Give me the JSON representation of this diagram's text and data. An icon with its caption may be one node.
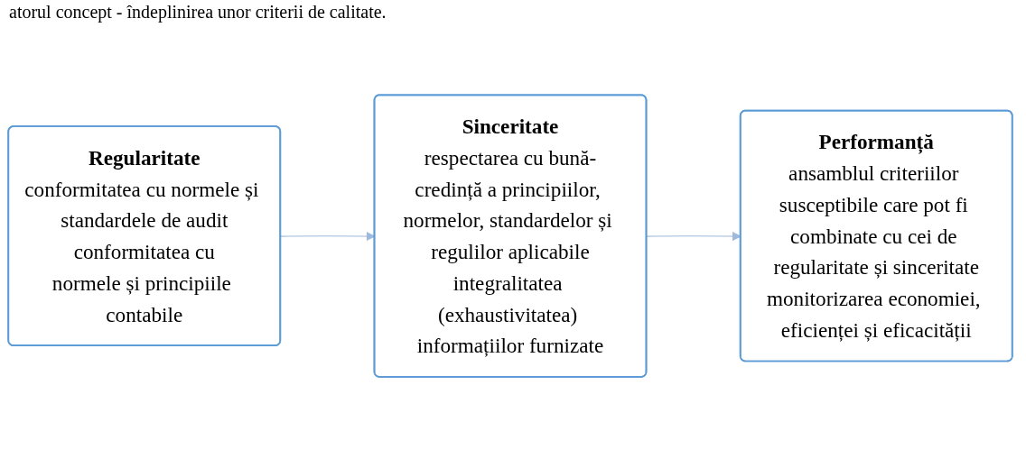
{
  "diagram": {
    "nodes": [
      {
        "text": [
          "Regularitate",
          "conformitatea cu normele și standardele de audit",
          "conformitatea cu",
          "normele și principiile contabile"
        ]
      },
      {
        "text": [
          "Sinceritate",
          "respectarea cu bună-credință a principiilor, normelor, standardelor și regulilor aplicabile",
          "integralitatea (exhaustivitatea) informațiilor furnizate"
        ]
      },
      {
        "text": [
          "Performanță",
          "ansamblul criteriilor susceptibile care pot fi combinate cu cei de regularitate și sinceritate",
          "monitorizarea economiei, eficienței și eficacității"
        ]
      }
    ],
    "edges": [
      {
        "from": 0,
        "to": 1,
        "arrow": "to"
      },
      {
        "from": 1,
        "to": 2,
        "arrow": "to"
      }
    ],
    "labels": [
      "atorul concept - îndeplinirea unor criterii de calitate."
    ]
  }
}
